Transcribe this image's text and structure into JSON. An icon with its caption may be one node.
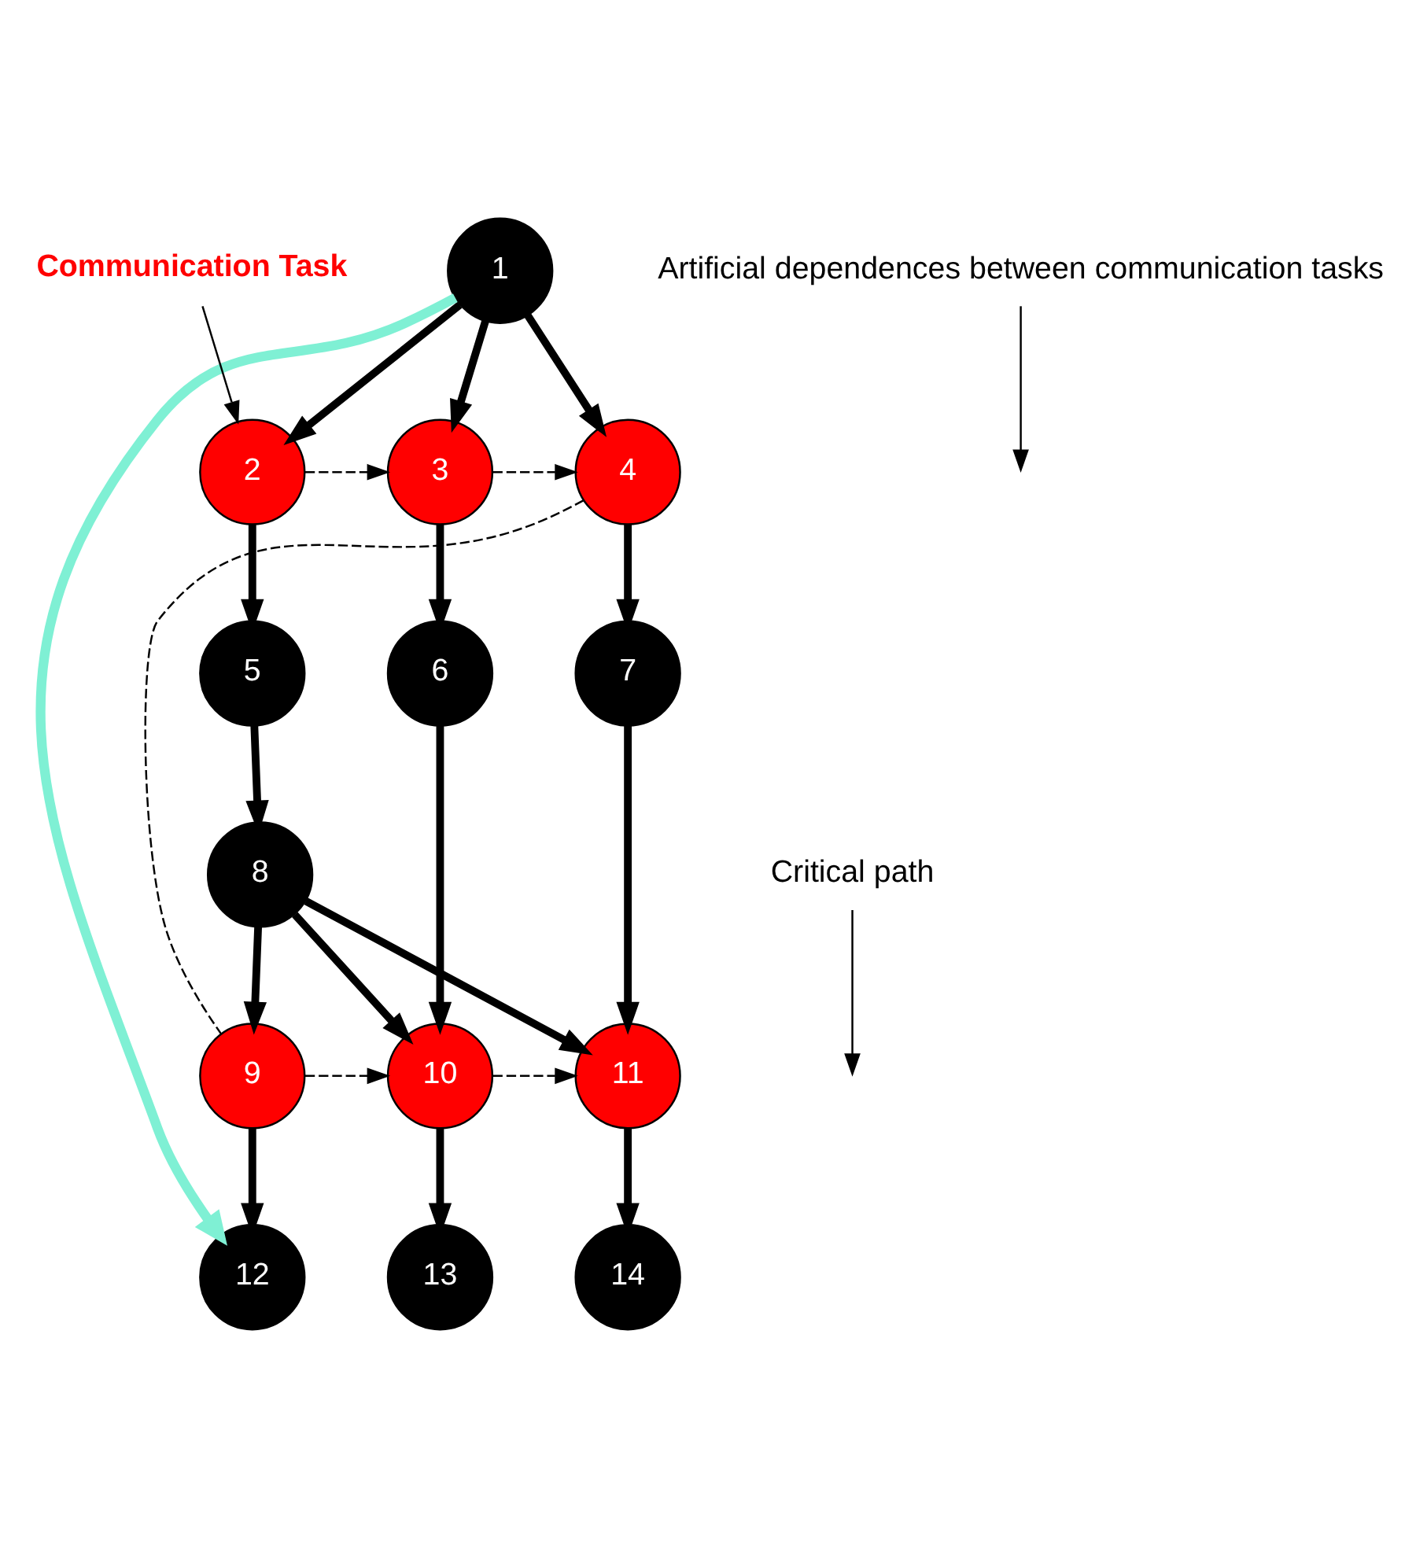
{
  "diagram": {
    "nodes": [
      {
        "text": [
          "1"
        ]
      },
      {
        "text": [
          "2"
        ]
      },
      {
        "text": [
          "3"
        ]
      },
      {
        "text": [
          "4"
        ]
      },
      {
        "text": [
          "5"
        ]
      },
      {
        "text": [
          "6"
        ]
      },
      {
        "text": [
          "7"
        ]
      },
      {
        "text": [
          "8"
        ]
      },
      {
        "text": [
          "9"
        ]
      },
      {
        "text": [
          "10"
        ]
      },
      {
        "text": [
          "11"
        ]
      },
      {
        "text": [
          "12"
        ]
      },
      {
        "text": [
          "13"
        ]
      },
      {
        "text": [
          "14"
        ]
      },
      {
        "text": [
          "Communication Task"
        ]
      },
      {
        "text": [
          "Artificial dependences between communication tasks"
        ]
      },
      {
        "text": [
          "Critical path"
        ]
      }
    ],
    "edges": [
      {
        "from": 0,
        "to": 1,
        "arrow": "to"
      },
      {
        "from": 0,
        "to": 2,
        "arrow": "to"
      },
      {
        "from": 0,
        "to": 3,
        "arrow": "to"
      },
      {
        "from": 1,
        "to": 2,
        "arrow": "to",
        "style": "dashed"
      },
      {
        "from": 2,
        "to": 3,
        "arrow": "to",
        "style": "dashed"
      },
      {
        "from": 1,
        "to": 4,
        "arrow": "to"
      },
      {
        "from": 2,
        "to": 5,
        "arrow": "to"
      },
      {
        "from": 3,
        "to": 6,
        "arrow": "to"
      },
      {
        "from": 3,
        "to": 8,
        "arrow": "none",
        "style": "dashed"
      },
      {
        "from": 4,
        "to": 7,
        "arrow": "to"
      },
      {
        "from": 5,
        "to": 9,
        "arrow": "to"
      },
      {
        "from": 6,
        "to": 10,
        "arrow": "to"
      },
      {
        "from": 7,
        "to": 8,
        "arrow": "to"
      },
      {
        "from": 7,
        "to": 9,
        "arrow": "to"
      },
      {
        "from": 7,
        "to": 10,
        "arrow": "to"
      },
      {
        "from": 8,
        "to": 9,
        "arrow": "to",
        "style": "dashed"
      },
      {
        "from": 9,
        "to": 10,
        "arrow": "to",
        "style": "dashed"
      },
      {
        "from": 8,
        "to": 11,
        "arrow": "to"
      },
      {
        "from": 9,
        "to": 12,
        "arrow": "to"
      },
      {
        "from": 10,
        "to": 13,
        "arrow": "to"
      },
      {
        "from": 0,
        "to": 11,
        "arrow": "to",
        "color": "#7ff0d4"
      },
      {
        "from": 14,
        "to": 1,
        "arrow": "to"
      },
      {
        "from": 15,
        "to": null,
        "arrow": "to"
      },
      {
        "from": 16,
        "to": null,
        "arrow": "to"
      }
    ]
  }
}
